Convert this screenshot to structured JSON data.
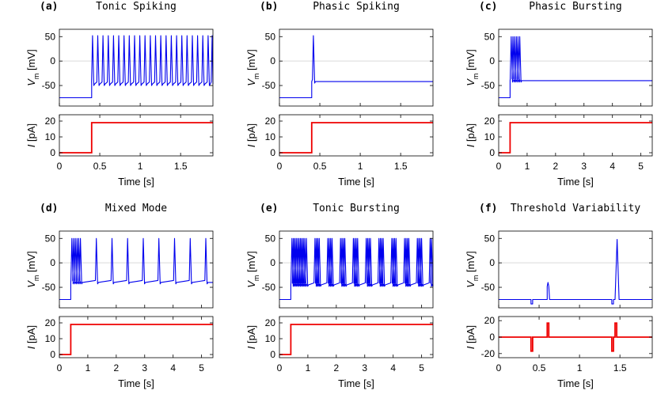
{
  "chart_data": [
    {
      "type": "line",
      "panel_label": "(a)",
      "title": "Tonic Spiking",
      "xlabel": "Time [s]",
      "xlim": [
        0,
        1.9
      ],
      "xticks": [
        0,
        0.5,
        1,
        1.5
      ],
      "xtick_labels": [
        "0",
        "0.5",
        "1",
        "1.5"
      ],
      "voltage": {
        "ylabel_main": "V",
        "ylabel_sub": "m",
        "ylabel_unit": " [mV]",
        "ylim": [
          -92,
          65
        ],
        "yticks": [
          50,
          0,
          -50
        ],
        "ytick_labels": [
          "50",
          "0",
          "-50"
        ],
        "rest": -75,
        "step_time": 0.4,
        "baseline_after": -47,
        "peak": 52,
        "spike_times": [
          0.41,
          0.475,
          0.54,
          0.605,
          0.67,
          0.735,
          0.8,
          0.865,
          0.93,
          0.995,
          1.06,
          1.125,
          1.19,
          1.255,
          1.32,
          1.385,
          1.45,
          1.515,
          1.58,
          1.645,
          1.71,
          1.775,
          1.84,
          1.89
        ],
        "color": "#0000ee"
      },
      "current": {
        "ylabel": "I [pA]",
        "ylim": [
          -2,
          24
        ],
        "yticks": [
          0,
          10,
          20
        ],
        "ytick_labels": [
          "0",
          "10",
          "20"
        ],
        "points": [
          [
            0,
            0
          ],
          [
            0.4,
            0
          ],
          [
            0.4,
            19
          ],
          [
            1.9,
            19
          ]
        ],
        "color": "#ee0000"
      }
    },
    {
      "type": "line",
      "panel_label": "(b)",
      "title": "Phasic Spiking",
      "xlabel": "Time [s]",
      "xlim": [
        0,
        1.9
      ],
      "xticks": [
        0,
        0.5,
        1,
        1.5
      ],
      "xtick_labels": [
        "0",
        "0.5",
        "1",
        "1.5"
      ],
      "voltage": {
        "ylabel_main": "V",
        "ylabel_sub": "m",
        "ylabel_unit": " [mV]",
        "ylim": [
          -92,
          65
        ],
        "yticks": [
          50,
          0,
          -50
        ],
        "ytick_labels": [
          "50",
          "0",
          "-50"
        ],
        "rest": -75,
        "step_time": 0.4,
        "baseline_after": -42,
        "peak": 52,
        "spike_times": [
          0.42
        ],
        "color": "#0000ee"
      },
      "current": {
        "ylabel": "I [pA]",
        "ylim": [
          -2,
          24
        ],
        "yticks": [
          0,
          10,
          20
        ],
        "ytick_labels": [
          "0",
          "10",
          "20"
        ],
        "points": [
          [
            0,
            0
          ],
          [
            0.4,
            0
          ],
          [
            0.4,
            19
          ],
          [
            1.9,
            19
          ]
        ],
        "color": "#ee0000"
      }
    },
    {
      "type": "line",
      "panel_label": "(c)",
      "title": "Phasic Bursting",
      "xlabel": "Time [s]",
      "xlim": [
        0,
        5.4
      ],
      "xticks": [
        0,
        1,
        2,
        3,
        4,
        5
      ],
      "xtick_labels": [
        "0",
        "1",
        "2",
        "3",
        "4",
        "5"
      ],
      "voltage": {
        "ylabel_main": "V",
        "ylabel_sub": "m",
        "ylabel_unit": " [mV]",
        "ylim": [
          -92,
          65
        ],
        "yticks": [
          50,
          0,
          -50
        ],
        "ytick_labels": [
          "50",
          "0",
          "-50"
        ],
        "rest": -75,
        "step_time": 0.4,
        "baseline_after": -40,
        "peak": 50,
        "spike_times": [
          0.44,
          0.5,
          0.56,
          0.62,
          0.68,
          0.74
        ],
        "color": "#0000ee"
      },
      "current": {
        "ylabel": "I [pA]",
        "ylim": [
          -2,
          24
        ],
        "yticks": [
          0,
          10,
          20
        ],
        "ytick_labels": [
          "0",
          "10",
          "20"
        ],
        "points": [
          [
            0,
            0
          ],
          [
            0.4,
            0
          ],
          [
            0.4,
            19
          ],
          [
            5.4,
            19
          ]
        ],
        "color": "#ee0000"
      }
    },
    {
      "type": "line",
      "panel_label": "(d)",
      "title": "Mixed Mode",
      "xlabel": "Time [s]",
      "xlim": [
        0,
        5.4
      ],
      "xticks": [
        0,
        1,
        2,
        3,
        4,
        5
      ],
      "xtick_labels": [
        "0",
        "1",
        "2",
        "3",
        "4",
        "5"
      ],
      "voltage": {
        "ylabel_main": "V",
        "ylabel_sub": "m",
        "ylabel_unit": " [mV]",
        "ylim": [
          -92,
          65
        ],
        "yticks": [
          50,
          0,
          -50
        ],
        "ytick_labels": [
          "50",
          "0",
          "-50"
        ],
        "rest": -75,
        "step_time": 0.4,
        "baseline_after": -40,
        "peak": 50,
        "spike_times": [
          0.44,
          0.5,
          0.56,
          0.62,
          0.68,
          0.74,
          1.3,
          1.85,
          2.4,
          2.95,
          3.5,
          4.05,
          4.6,
          5.15
        ],
        "color": "#0000ee"
      },
      "current": {
        "ylabel": "I [pA]",
        "ylim": [
          -2,
          24
        ],
        "yticks": [
          0,
          10,
          20
        ],
        "ytick_labels": [
          "0",
          "10",
          "20"
        ],
        "points": [
          [
            0,
            0
          ],
          [
            0.4,
            0
          ],
          [
            0.4,
            19
          ],
          [
            5.4,
            19
          ]
        ],
        "color": "#ee0000"
      }
    },
    {
      "type": "line",
      "panel_label": "(e)",
      "title": "Tonic Bursting",
      "xlabel": "Time [s]",
      "xlim": [
        0,
        5.4
      ],
      "xticks": [
        0,
        1,
        2,
        3,
        4,
        5
      ],
      "xtick_labels": [
        "0",
        "1",
        "2",
        "3",
        "4",
        "5"
      ],
      "voltage": {
        "ylabel_main": "V",
        "ylabel_sub": "m",
        "ylabel_unit": " [mV]",
        "ylim": [
          -92,
          65
        ],
        "yticks": [
          50,
          0,
          -50
        ],
        "ytick_labels": [
          "50",
          "0",
          "-50"
        ],
        "rest": -75,
        "step_time": 0.4,
        "baseline_after": -45,
        "peak": 50,
        "spike_times": [
          0.44,
          0.49,
          0.54,
          0.59,
          0.64,
          0.69,
          0.74,
          0.79,
          0.84,
          0.89,
          0.95,
          1.25,
          1.3,
          1.35,
          1.4,
          1.7,
          1.75,
          1.8,
          1.85,
          2.15,
          2.2,
          2.25,
          2.3,
          2.6,
          2.65,
          2.7,
          2.75,
          3.05,
          3.1,
          3.15,
          3.2,
          3.5,
          3.55,
          3.6,
          3.65,
          3.95,
          4.0,
          4.05,
          4.1,
          4.4,
          4.45,
          4.5,
          4.55,
          4.85,
          4.9,
          4.95,
          5.0,
          5.3,
          5.35
        ],
        "color": "#0000ee"
      },
      "current": {
        "ylabel": "I [pA]",
        "ylim": [
          -2,
          24
        ],
        "yticks": [
          0,
          10,
          20
        ],
        "ytick_labels": [
          "0",
          "10",
          "20"
        ],
        "points": [
          [
            0,
            0
          ],
          [
            0.4,
            0
          ],
          [
            0.4,
            19
          ],
          [
            5.4,
            19
          ]
        ],
        "color": "#ee0000"
      }
    },
    {
      "type": "line",
      "panel_label": "(f)",
      "title": "Threshold Variability",
      "xlabel": "Time [s]",
      "xlim": [
        0,
        1.9
      ],
      "xticks": [
        0,
        0.5,
        1,
        1.5
      ],
      "xtick_labels": [
        "0",
        "0.5",
        "1",
        "1.5"
      ],
      "voltage": {
        "ylabel_main": "V",
        "ylabel_sub": "m",
        "ylabel_unit": " [mV]",
        "ylim": [
          -92,
          65
        ],
        "yticks": [
          50,
          0,
          -50
        ],
        "ytick_labels": [
          "50",
          "0",
          "-50"
        ],
        "rest": -75,
        "points": [
          [
            0,
            -75
          ],
          [
            0.4,
            -75
          ],
          [
            0.4,
            -84
          ],
          [
            0.42,
            -84
          ],
          [
            0.42,
            -75
          ],
          [
            0.6,
            -75
          ],
          [
            0.6,
            -48
          ],
          [
            0.61,
            -40
          ],
          [
            0.62,
            -48
          ],
          [
            0.63,
            -75
          ],
          [
            1.4,
            -75
          ],
          [
            1.4,
            -84
          ],
          [
            1.42,
            -84
          ],
          [
            1.42,
            -75
          ],
          [
            1.44,
            -75
          ],
          [
            1.465,
            48
          ],
          [
            1.49,
            -75
          ],
          [
            1.9,
            -75
          ]
        ],
        "color": "#0000ee"
      },
      "current": {
        "ylabel": "I [pA]",
        "ylim": [
          -25,
          25
        ],
        "yticks": [
          20,
          0,
          -20
        ],
        "ytick_labels": [
          "20",
          "0",
          "-20"
        ],
        "points": [
          [
            0,
            0
          ],
          [
            0.4,
            0
          ],
          [
            0.4,
            -17
          ],
          [
            0.42,
            -17
          ],
          [
            0.42,
            0
          ],
          [
            0.6,
            0
          ],
          [
            0.6,
            17
          ],
          [
            0.62,
            17
          ],
          [
            0.62,
            0
          ],
          [
            1.4,
            0
          ],
          [
            1.4,
            -17
          ],
          [
            1.42,
            -17
          ],
          [
            1.42,
            0
          ],
          [
            1.44,
            0
          ],
          [
            1.44,
            17
          ],
          [
            1.46,
            17
          ],
          [
            1.46,
            0
          ],
          [
            1.9,
            0
          ]
        ],
        "color": "#ee0000"
      }
    }
  ]
}
